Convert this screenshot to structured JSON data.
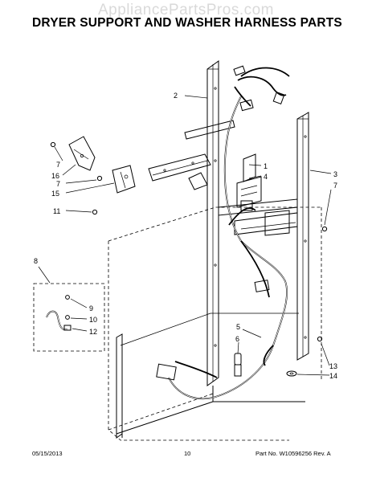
{
  "watermark": "AppliancePartsPros.com",
  "title": "DRYER SUPPORT AND WASHER HARNESS PARTS",
  "callouts": [
    "2",
    "1",
    "4",
    "3",
    "7",
    "7",
    "16",
    "7",
    "15",
    "11",
    "8",
    "9",
    "10",
    "12",
    "5",
    "6",
    "13",
    "14"
  ],
  "footer": {
    "date": "05/15/2013",
    "page": "10",
    "part_no": "Part No.  W10596256  Rev.  A"
  }
}
